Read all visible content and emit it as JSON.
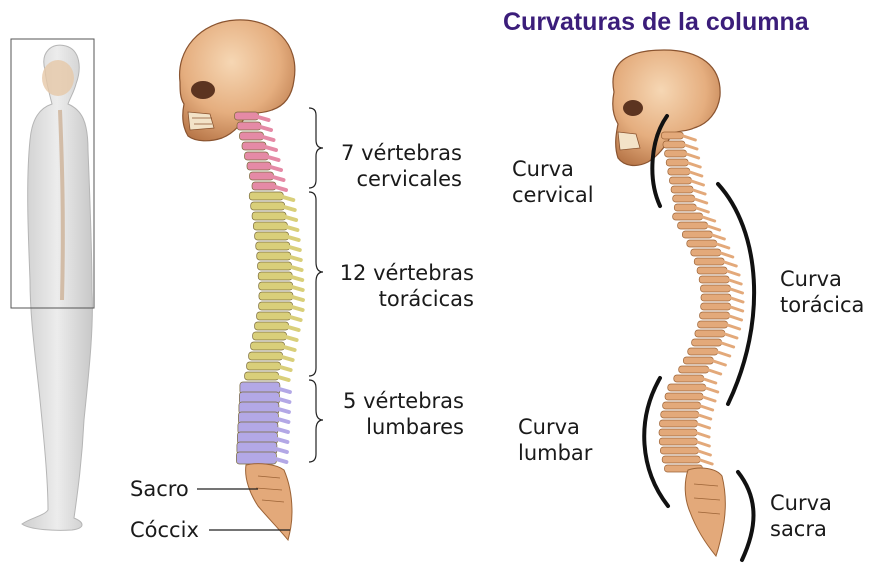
{
  "title": "Curvaturas de la columna",
  "colors": {
    "title": "#3b1d7a",
    "cervical": "#e58aa6",
    "thoracic": "#d9cf7a",
    "lumbar": "#b3a8e6",
    "bone": "#e3a97a",
    "skull": "#e9b88c"
  },
  "sections": {
    "cervical": {
      "line1": "7 vértebras",
      "line2": "cervicales"
    },
    "thoracic": {
      "line1": "12 vértebras",
      "line2": "torácicas"
    },
    "lumbar": {
      "line1": "5 vértebras",
      "line2": "lumbares"
    },
    "sacro": "Sacro",
    "coccix": "Cóccix"
  },
  "curves": {
    "cervical": {
      "line1": "Curva",
      "line2": "cervical"
    },
    "toracica": {
      "line1": "Curva",
      "line2": "torácica"
    },
    "lumbar": {
      "line1": "Curva",
      "line2": "lumbar"
    },
    "sacra": {
      "line1": "Curva",
      "line2": "sacra"
    }
  }
}
